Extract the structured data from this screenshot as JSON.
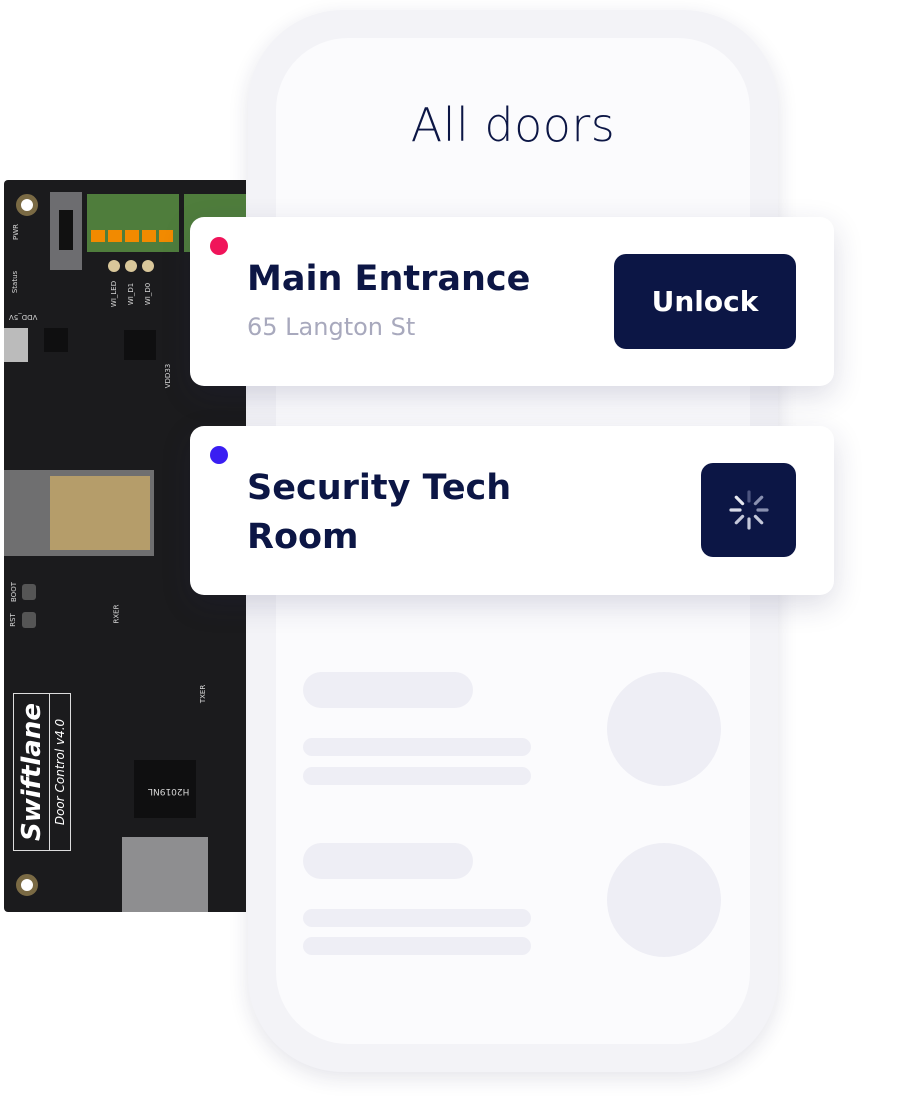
{
  "screen": {
    "title": "All doors"
  },
  "doors": [
    {
      "name": "Main Entrance",
      "address": "65 Langton St",
      "status_color": "#f0145a",
      "action": "Unlock",
      "state": "idle"
    },
    {
      "name_line1": "Security Tech",
      "name_line2": "Room",
      "status_color": "#3a1ef2",
      "action_icon": "spinner-icon",
      "state": "loading"
    }
  ],
  "colors": {
    "primary": "#0c1645"
  },
  "hardware": {
    "brand": "Swiftlane",
    "model": "Door Control v4.0",
    "labels": [
      "PWR",
      "Status",
      "VDD_5V",
      "WI_LED",
      "WI_D1",
      "WI_D0",
      "VDD33",
      "BOOT",
      "RST",
      "RXER",
      "TXER",
      "H2019NL"
    ]
  }
}
